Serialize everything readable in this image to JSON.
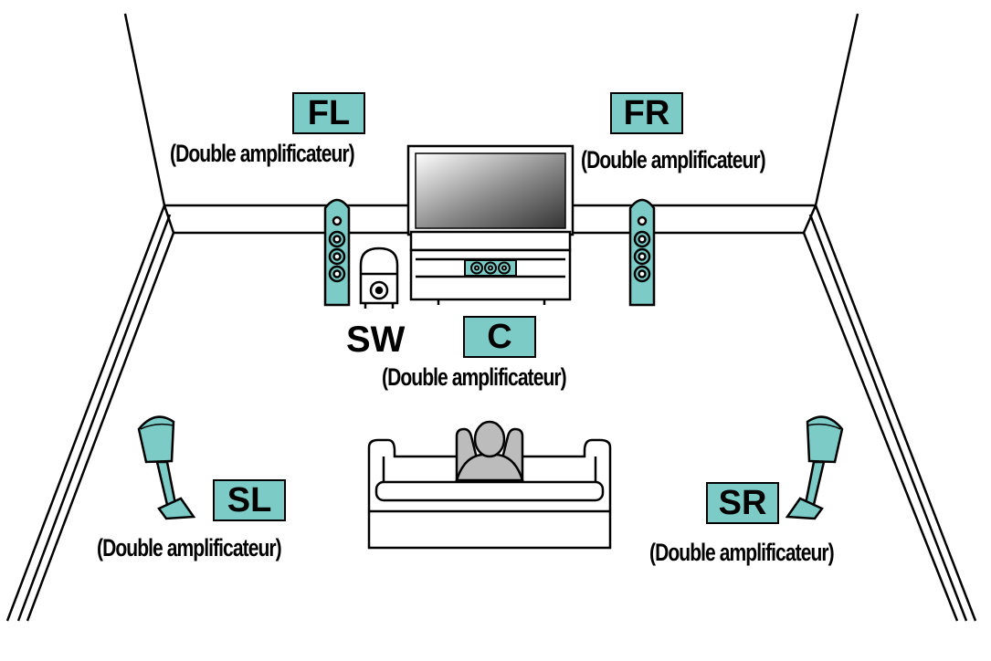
{
  "colors": {
    "accent": "#7ccbc7",
    "line": "#000000",
    "background": "#ffffff"
  },
  "speakers": [
    {
      "id": "fl",
      "code": "FL",
      "note": "(Double amplificateur)"
    },
    {
      "id": "fr",
      "code": "FR",
      "note": "(Double amplificateur)"
    },
    {
      "id": "c",
      "code": "C",
      "note": "(Double amplificateur)"
    },
    {
      "id": "sl",
      "code": "SL",
      "note": "(Double amplificateur)"
    },
    {
      "id": "sr",
      "code": "SR",
      "note": "(Double amplificateur)"
    }
  ],
  "subwoofer": {
    "label": "SW"
  },
  "icons": [
    "room-walls",
    "tv-icon",
    "tv-stand",
    "center-speaker-icon",
    "tower-speaker-icon",
    "subwoofer-icon",
    "satellite-speaker-icon",
    "sofa-icon",
    "listener-icon"
  ]
}
